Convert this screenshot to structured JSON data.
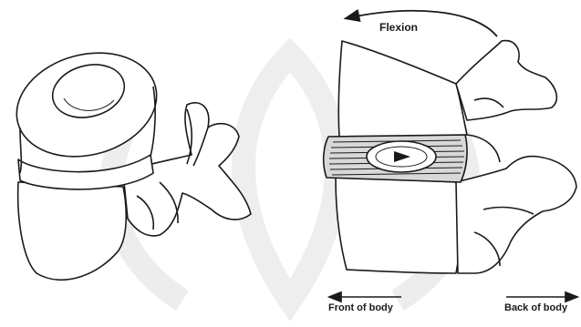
{
  "labels": {
    "flexion": "Flexion",
    "front_of_body": "Front of body",
    "back_of_body": "Back of body"
  },
  "colors": {
    "ink": "#1a1a1a",
    "disc_shade": "#d8d8d8",
    "watermark": "#ececec",
    "background": "#ffffff"
  },
  "icons": {
    "flexion_arrow": "curved-arrow-left",
    "front_arrow": "arrow-left",
    "back_arrow": "arrow-right",
    "nucleus_marker": "triangle-right"
  }
}
